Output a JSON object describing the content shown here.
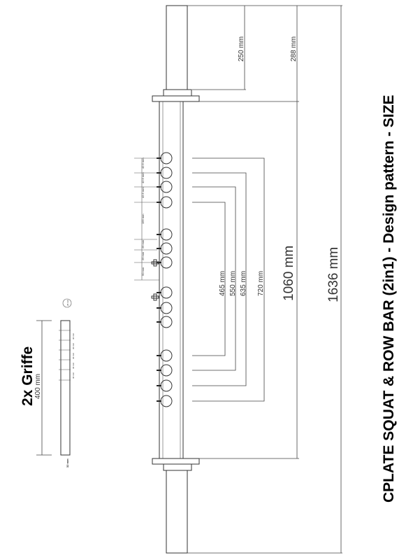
{
  "title": "CPLATE SQUAT & ROW BAR (2in1) - Design pattern - SIZE",
  "grip_title": "2x Griffe",
  "grip": {
    "length": "400 mm",
    "diameter": "28 mm",
    "spacing": [
      "30 mm",
      "30 mm",
      "30 mm",
      "30 mm",
      "30 mm"
    ],
    "end_label": "32 mm"
  },
  "dimensions": {
    "total": "1636 mm",
    "inner": "1060 mm",
    "sleeve_a": "250 mm",
    "sleeve_b": "288 mm",
    "hole_pairs": [
      "465 mm",
      "550 mm",
      "635 mm",
      "720 mm"
    ],
    "small": [
      "42.5 mm",
      "42.5 mm",
      "42.5 mm",
      "155 mm",
      "25 mm",
      "25 mm",
      "50 mm"
    ]
  }
}
